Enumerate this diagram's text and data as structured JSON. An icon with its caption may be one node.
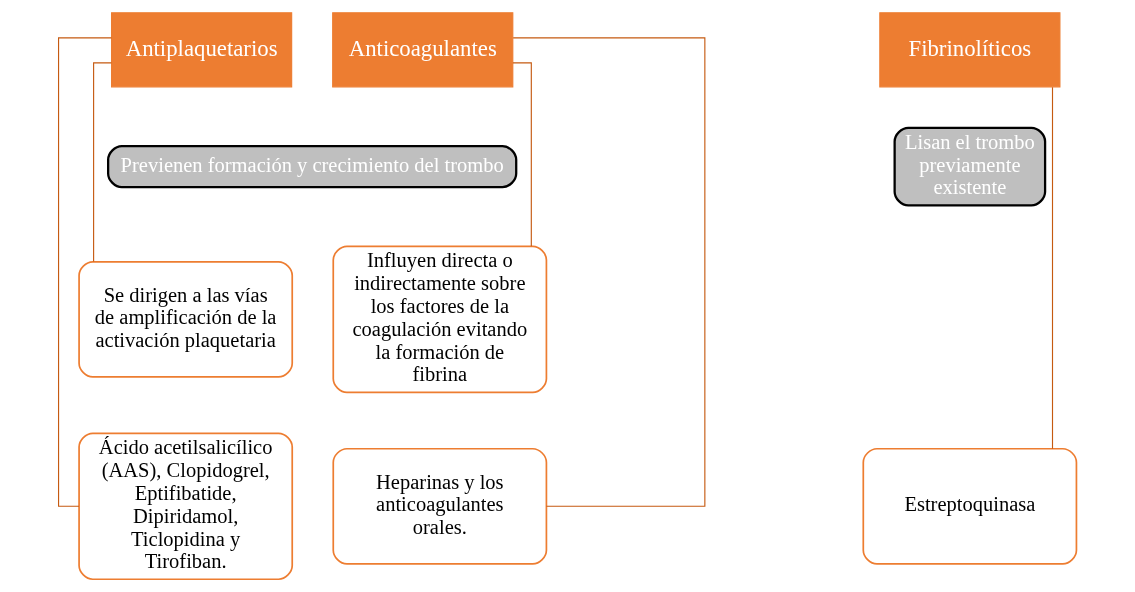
{
  "diagram": {
    "nodes": [
      {
        "text": [
          "Antiplaquetarios"
        ]
      },
      {
        "text": [
          "Anticoagulantes"
        ]
      },
      {
        "text": [
          "Fibrinolíticos"
        ]
      },
      {
        "text": [
          "Previenen formación y crecimiento del trombo"
        ]
      },
      {
        "text": [
          "Lisan el trombo previamente existente"
        ]
      },
      {
        "text": [
          "Se dirigen a las vías de amplificación de la activación plaquetaria"
        ]
      },
      {
        "text": [
          "Ácido acetilsalicílico (AAS), Clopidogrel, Eptifibatide, Dipiridamol, Ticlopidina y Tirofiban."
        ]
      },
      {
        "text": [
          "Influyen directa o indirectamente sobre los factores de la coagulación evitando la formación de fibrina"
        ]
      },
      {
        "text": [
          "Heparinas y los anticoagulantes orales."
        ]
      },
      {
        "text": [
          "Estreptoquinasa"
        ]
      }
    ],
    "edges": [
      {
        "from": 0,
        "to": 5,
        "arrow": "none"
      },
      {
        "from": 0,
        "to": 6,
        "arrow": "none"
      },
      {
        "from": 1,
        "to": 7,
        "arrow": "none"
      },
      {
        "from": 1,
        "to": 8,
        "arrow": "none"
      },
      {
        "from": 2,
        "to": 9,
        "arrow": "none"
      }
    ]
  }
}
